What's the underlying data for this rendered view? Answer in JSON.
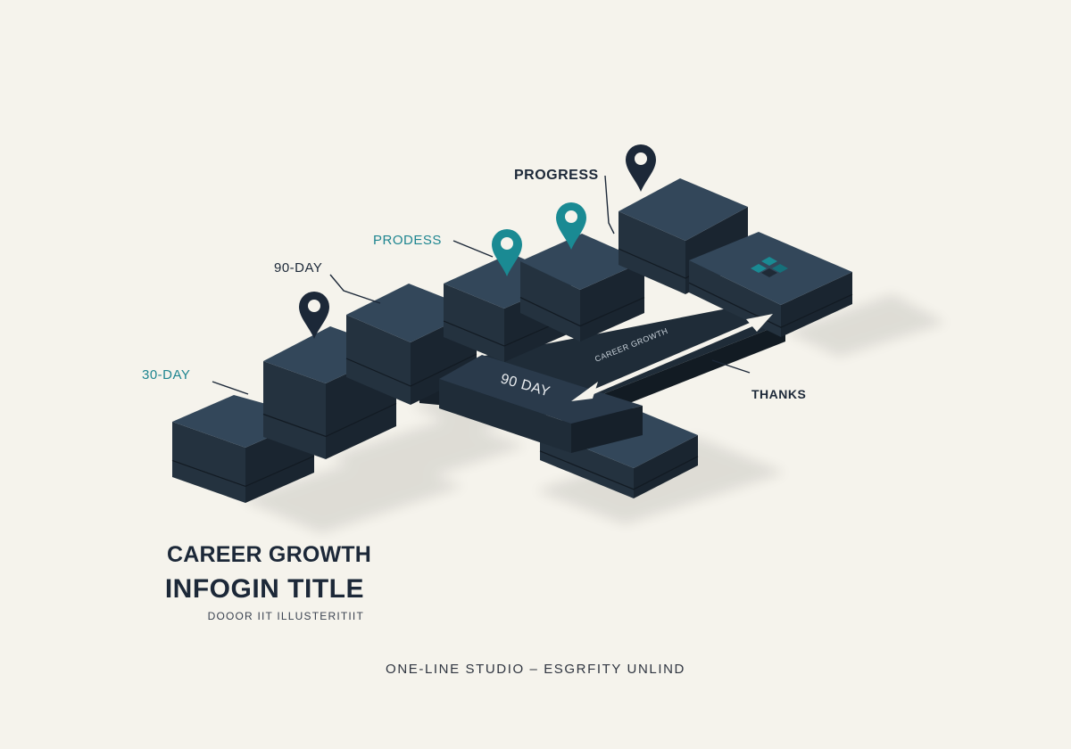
{
  "title": {
    "line1": "CAREER GROWTH",
    "line2": "INFOGIN TITLE",
    "subtitle": "DOOOR IIT ILLUSTERITIIT"
  },
  "footer": "ONE-LINE STUDIO – ESGRFITY UNLIND",
  "labels": {
    "day30": "30-DAY",
    "day90": "90-DAY",
    "prodess": "PRODESS",
    "progress": "PROGRESS",
    "thanks": "THANKS",
    "path_90day": "90 DAY",
    "path_career": "CAREER GROWTH"
  },
  "colors": {
    "background": "#f5f3ec",
    "block_top": "#33475a",
    "block_left": "#24323f",
    "block_right": "#1a2530",
    "accent_teal": "#1a8a93",
    "pin_dark": "#1c2838",
    "label_teal": "#1e8590",
    "label_dark": "#1c2838"
  },
  "icons": {
    "pins": [
      "map-pin-dark-icon",
      "map-pin-teal-icon",
      "map-pin-teal-icon",
      "map-pin-dark-icon"
    ],
    "emblem": "leaf-cluster-icon",
    "arrow": "double-arrow-icon"
  }
}
